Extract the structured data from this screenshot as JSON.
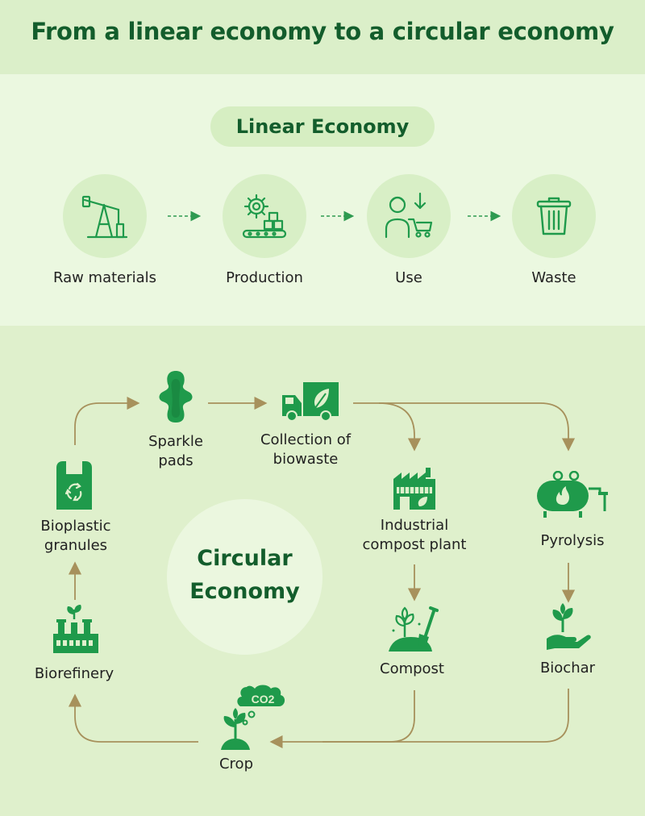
{
  "title": "From a linear economy to a circular economy",
  "linear": {
    "title": "Linear Economy",
    "stages": [
      {
        "label": "Raw materials",
        "icon": "oil-pumpjack-icon"
      },
      {
        "label": "Production",
        "icon": "factory-conveyor-icon"
      },
      {
        "label": "Use",
        "icon": "shopper-cart-icon"
      },
      {
        "label": "Waste",
        "icon": "trash-bin-icon"
      }
    ]
  },
  "circular": {
    "title_line1": "Circular",
    "title_line2": "Economy",
    "nodes": {
      "sparkle_pads": {
        "line1": "Sparkle",
        "line2": "pads",
        "icon": "sanitary-pad-icon"
      },
      "collection": {
        "line1": "Collection of",
        "line2": "biowaste",
        "icon": "biowaste-truck-icon"
      },
      "compost_plant": {
        "line1": "Industrial",
        "line2": "compost plant",
        "icon": "compost-plant-icon"
      },
      "pyrolysis": {
        "label": "Pyrolysis",
        "icon": "pyrolysis-tank-icon"
      },
      "compost": {
        "label": "Compost",
        "icon": "compost-shovel-icon"
      },
      "biochar": {
        "label": "Biochar",
        "icon": "hand-plant-icon"
      },
      "crop": {
        "label": "Crop",
        "icon": "crop-sprout-icon",
        "co2": "CO2"
      },
      "biorefinery": {
        "label": "Biorefinery",
        "icon": "biorefinery-icon"
      },
      "bioplastic": {
        "line1": "Bioplastic",
        "line2": "granules",
        "icon": "recycle-bag-icon"
      }
    }
  },
  "colors": {
    "title_green": "#135d2c",
    "icon_green": "#1f9a4b",
    "arrow_brown": "#a7915c",
    "arrow_green": "#2e9a50"
  }
}
